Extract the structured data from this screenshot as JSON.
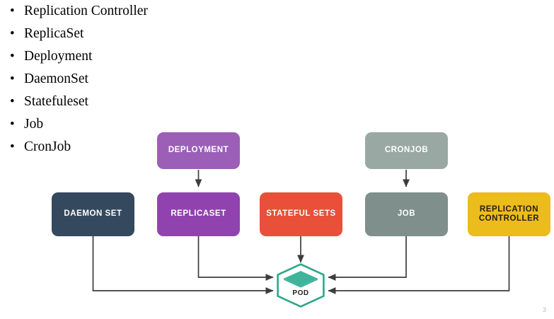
{
  "slide": {
    "page_number": "3",
    "bullets": [
      {
        "label": "Replication Controller"
      },
      {
        "label": "ReplicaSet"
      },
      {
        "label": "Deployment"
      },
      {
        "label": "DaemonSet"
      },
      {
        "label": "Statefuleset"
      },
      {
        "label": "Job"
      },
      {
        "label": "CronJob"
      }
    ]
  },
  "diagram": {
    "nodes": {
      "deployment": {
        "label": "DEPLOYMENT",
        "color": "#9B5FB8",
        "text_color": "#ffffff"
      },
      "cronjob": {
        "label": "CRONJOB",
        "color": "#9AA8A4",
        "text_color": "#ffffff"
      },
      "daemon_set": {
        "label": "DAEMON SET",
        "color": "#35495E",
        "text_color": "#ffffff"
      },
      "replicaset": {
        "label": "REPLICASET",
        "color": "#9043AE",
        "text_color": "#ffffff"
      },
      "stateful_sets": {
        "label": "STATEFUL SETS",
        "color": "#E8503A",
        "text_color": "#ffffff"
      },
      "job": {
        "label": "JOB",
        "color": "#7F8F8B",
        "text_color": "#ffffff"
      },
      "replication_controller": {
        "label_line1": "REPLICATION",
        "label_line2": "CONTROLLER",
        "color": "#ECBC1C",
        "text_color": "#231f16"
      },
      "pod": {
        "label": "POD",
        "color": "#2BA888",
        "text_color": "#231f20"
      }
    },
    "edges": [
      {
        "from": "deployment",
        "to": "replicaset",
        "style": "vertical-arrow"
      },
      {
        "from": "cronjob",
        "to": "job",
        "style": "vertical-arrow"
      },
      {
        "from": "stateful_sets",
        "to": "pod",
        "style": "vertical-arrow"
      },
      {
        "from": "daemon_set",
        "to": "pod",
        "style": "elbow-right-lower"
      },
      {
        "from": "replicaset",
        "to": "pod",
        "style": "elbow-right-upper"
      },
      {
        "from": "job",
        "to": "pod",
        "style": "elbow-left-upper"
      },
      {
        "from": "replication_controller",
        "to": "pod",
        "style": "elbow-left-lower"
      }
    ],
    "edge_color": "#3d3d3d"
  }
}
